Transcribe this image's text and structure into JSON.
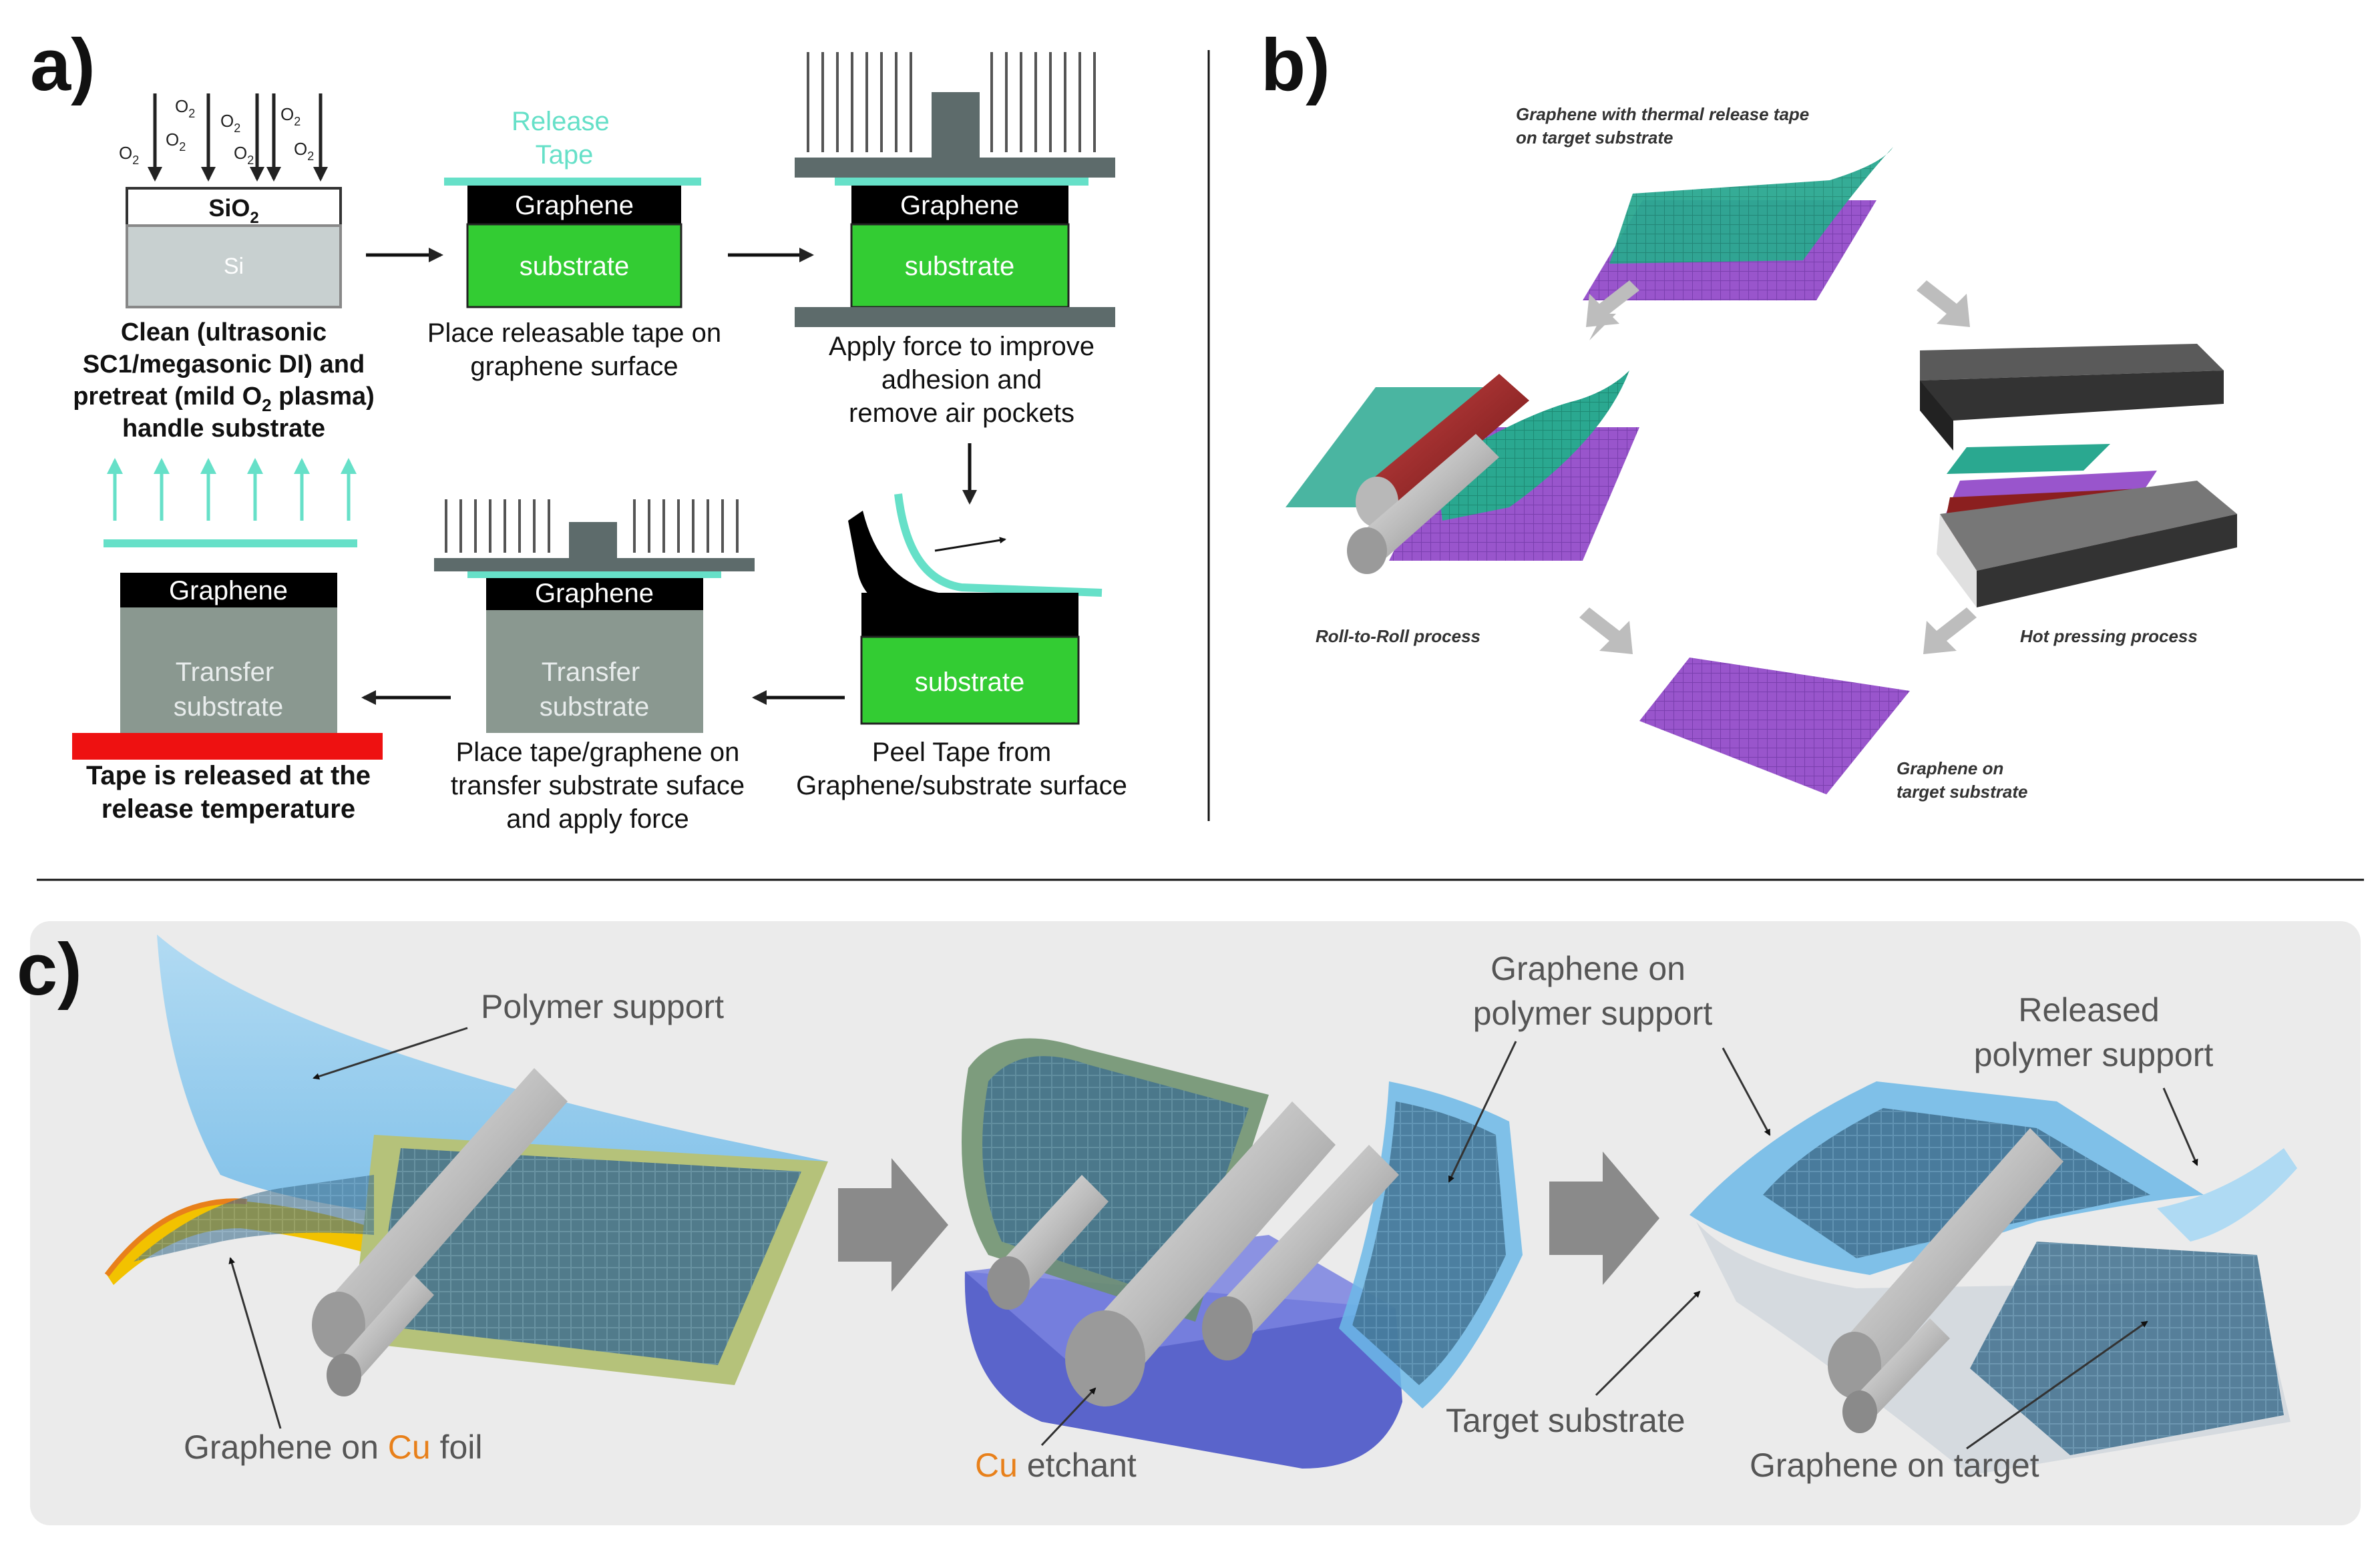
{
  "panel_a": {
    "label": "a)",
    "o2": "O",
    "o2_sub": "2",
    "sio2": "SiO",
    "sio2_sub": "2",
    "si": "Si",
    "step1_line1": "Clean (ultrasonic",
    "step1_line2": "SC1/megasonic DI) and",
    "step1_line3a": "pretreat (mild O",
    "step1_line3sub": "2",
    "step1_line3b": " plasma)",
    "step1_line4": "handle substrate",
    "release_tape_line1": "Release",
    "release_tape_line2": "Tape",
    "graphene": "Graphene",
    "substrate": "substrate",
    "step2_line1": "Place releasable tape on",
    "step2_line2": "graphene surface",
    "step3_line1": "Apply force to improve",
    "step3_line2": "adhesion and",
    "step3_line3": "remove air pockets",
    "step4_line1": "Peel Tape from",
    "step4_line2": "Graphene/substrate surface",
    "transfer_line1": "Transfer",
    "transfer_line2": "substrate",
    "step5_line1": "Place tape/graphene on",
    "step5_line2": "transfer substrate suface",
    "step5_line3": "and apply force",
    "step6_line1": "Tape is released at the",
    "step6_line2": "release temperature"
  },
  "panel_b": {
    "label": "b)",
    "top_line1": "Graphene with thermal release tape",
    "top_line2": "on target substrate",
    "left_label": "Roll-to-Roll process",
    "right_label": "Hot pressing process",
    "bottom_line1": "Graphene on",
    "bottom_line2": "target substrate"
  },
  "panel_c": {
    "label": "c)",
    "polymer_support": "Polymer support",
    "graphene_on": "Graphene on ",
    "cu": "Cu",
    "foil": " foil",
    "etchant": " etchant",
    "gps_line1": "Graphene on",
    "gps_line2": "polymer support",
    "target_substrate": "Target substrate",
    "released_line1": "Released",
    "released_line2": "polymer support",
    "graphene_on_target": "Graphene on target"
  },
  "colors": {
    "graphene": "#000000",
    "substrate_green": "#33cc33",
    "tape_cyan": "#66e0c8",
    "transfer_gray": "#8a9890",
    "release_red": "#ee1111",
    "purple": "#9955cc",
    "teal": "#2aa890",
    "cu_orange": "#e8801a",
    "panel_c_bg": "#ebebeb"
  }
}
